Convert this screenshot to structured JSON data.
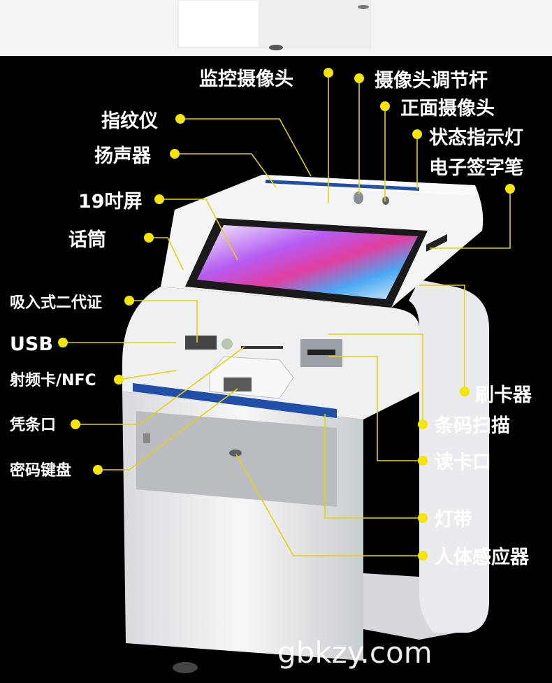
{
  "labels": {
    "surveillance_camera": "监控摄像头",
    "camera_adjust_rod": "摄像头调节杆",
    "front_camera": "正面摄像头",
    "status_light": "状态指示灯",
    "e_signature_pen": "电子签字笔",
    "fingerprint": "指纹仪",
    "speaker": "扬声器",
    "screen": "19吋屏",
    "microphone": "话筒",
    "id_card_reader": "吸入式二代证",
    "usb": "USB",
    "nfc": "射频卡/NFC",
    "receipt_slot": "凭条口",
    "pin_pad": "密码键盘",
    "card_swiper": "刷卡器",
    "barcode_scanner": "条码扫描",
    "card_reader_slot": "读卡口",
    "light_strip": "灯带",
    "body_sensor": "人体感应器"
  },
  "watermark": "gbkzy.com",
  "colors": {
    "accent": "#f5e600",
    "background": "#000000",
    "kiosk_stripe": "#1f4fa8"
  }
}
